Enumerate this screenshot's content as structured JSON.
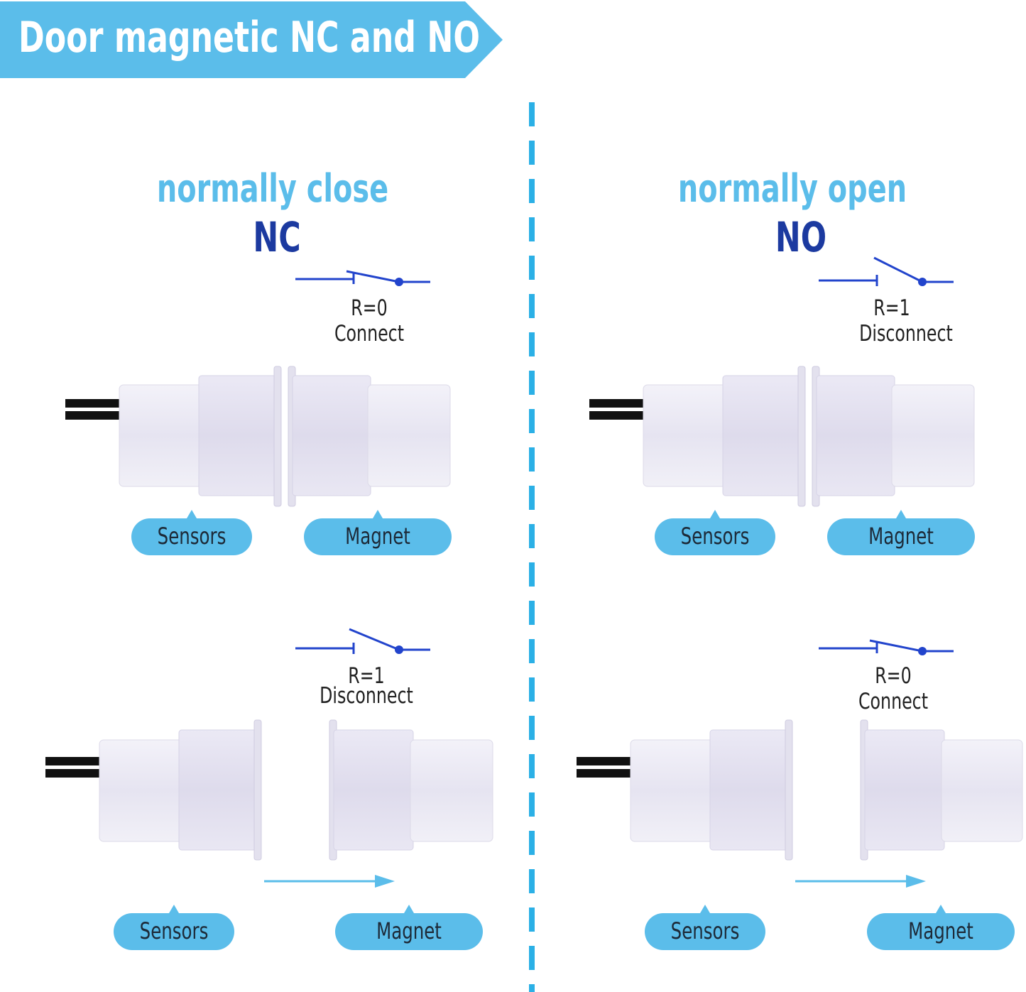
{
  "banner": {
    "title": "Door magnetic NC and NO"
  },
  "colors": {
    "accent": "#5bbdea",
    "code": "#1c3aa0",
    "switch_line": "#2244cc",
    "body": "#eceaf5"
  },
  "panels": {
    "nc": {
      "title": "normally close",
      "code": "NC",
      "closed_state": {
        "resistance": "R=0",
        "status": "Connect"
      },
      "open_state": {
        "resistance": "R=1",
        "status": "Disconnect"
      },
      "sensor_label": "Sensors",
      "magnet_label": "Magnet"
    },
    "no": {
      "title": "normally open",
      "code": "NO",
      "closed_state": {
        "resistance": "R=1",
        "status": "Disconnect"
      },
      "open_state": {
        "resistance": "R=0",
        "status": "Connect"
      },
      "sensor_label": "Sensors",
      "magnet_label": "Magnet"
    }
  }
}
